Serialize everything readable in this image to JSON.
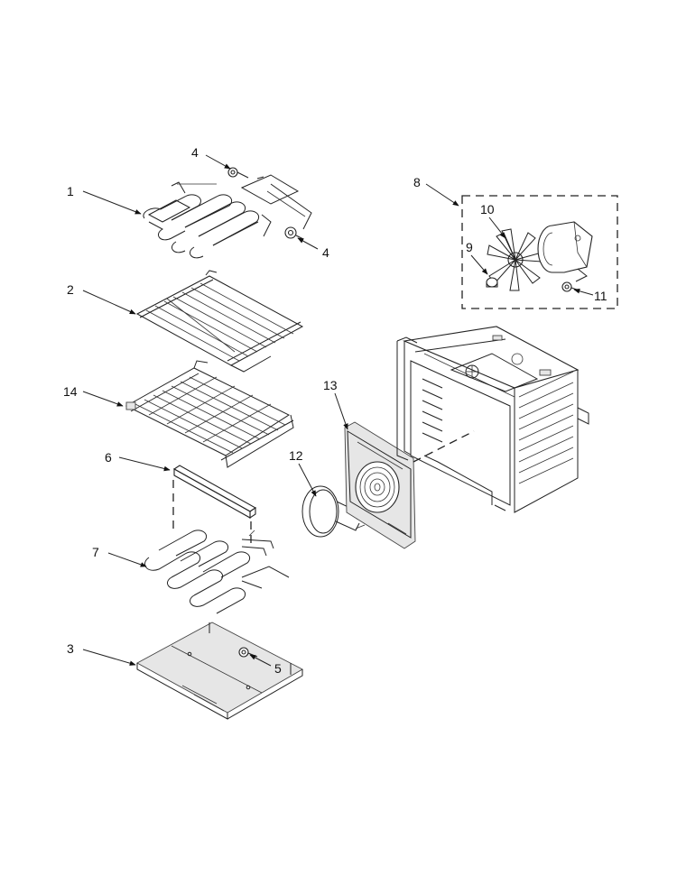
{
  "callouts": {
    "c1": "1",
    "c2": "2",
    "c3": "3",
    "c4a": "4",
    "c4b": "4",
    "c5": "5",
    "c6": "6",
    "c7": "7",
    "c8": "8",
    "c9": "9",
    "c10": "10",
    "c11": "11",
    "c12": "12",
    "c13": "13",
    "c14": "14"
  }
}
